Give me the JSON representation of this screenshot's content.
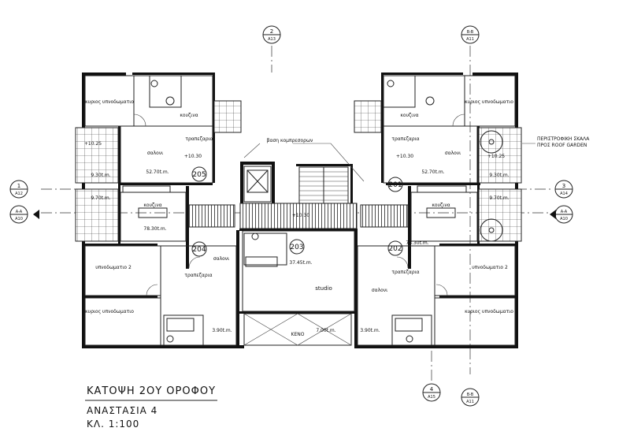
{
  "rooms": {
    "master_bedroom": "κυριος υπνοδωματιο",
    "bedroom_2": "υπνοδωματιο 2",
    "kitchen": "κουζινα",
    "dining": "τραπεζαρια",
    "living": "σαλονι",
    "studio": "studio",
    "void": "ΚΕΝΟ"
  },
  "units": {
    "u201": "201",
    "u202": "202",
    "u203": "203",
    "u204": "204",
    "u205": "205"
  },
  "areas": {
    "a205": "52.70t.m.",
    "a201": "52.70t.m.",
    "a204": "78.30t.m.",
    "a202": "78.30t.m.",
    "a203": "37.45t.m.",
    "v1": "9.30t.m.",
    "v2": "9.30t.m.",
    "v3": "9.70t.m.",
    "v4": "9.70t.m.",
    "b1": "3.90t.m.",
    "b2": "3.90t.m.",
    "b3": "7.00t.m."
  },
  "levels": {
    "l1": "+10.30",
    "l2": "+10.30",
    "l3": "+10.25",
    "l4": "+10.25",
    "l5": "+10.30"
  },
  "labels": {
    "concrete_base": "βαση κομπρεσορων",
    "spiral_stair": "ΠΕΡΙΣΤΡΟΦΙΚΗ ΣΚΑΛΑ",
    "roof_garden": "ΠΡΟΣ ROOF GARDEN"
  },
  "bubbles": {
    "b2": {
      "top": "2",
      "bot": "A13"
    },
    "bB": {
      "top": "B-B",
      "bot": "A11"
    },
    "b1": {
      "top": "1",
      "bot": "A12"
    },
    "bAA_l": {
      "top": "A-A",
      "bot": "A10"
    },
    "b3": {
      "top": "3",
      "bot": "A14"
    },
    "bAA_r": {
      "top": "A-A",
      "bot": "A10"
    },
    "b4": {
      "top": "4",
      "bot": "A15"
    },
    "bB2": {
      "top": "B-B",
      "bot": "A11"
    }
  },
  "title": {
    "main": "ΚΑΤΟΨΗ 2ΟΥ ΟΡΟΦΟΥ",
    "project": "ΑΝΑΣΤΑΣΙΑ 4",
    "scale": "ΚΛ. 1:100"
  }
}
